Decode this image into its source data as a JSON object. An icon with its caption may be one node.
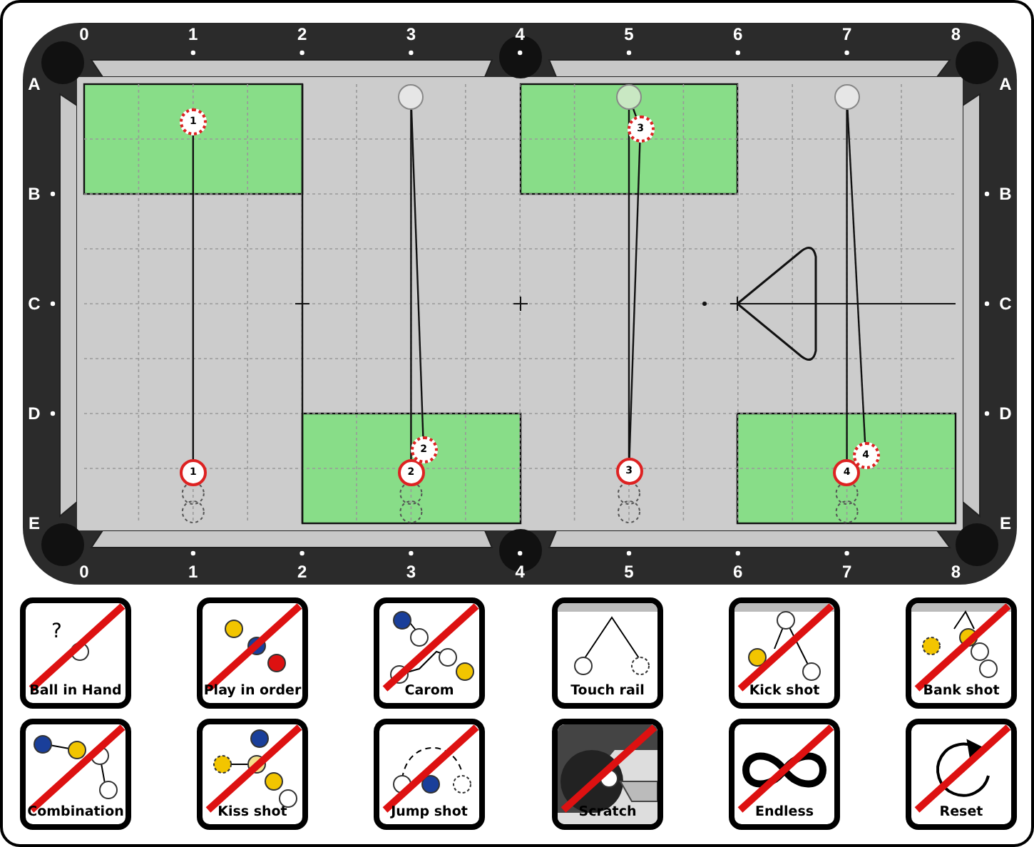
{
  "diagram": {
    "nodes": [
      {
        "text": [
          "1"
        ]
      },
      {
        "text": [
          "1"
        ]
      },
      {
        "text": [
          "2"
        ]
      },
      {
        "text": [],
        "shape": "circle"
      },
      {
        "text": [
          "2"
        ]
      },
      {
        "text": [
          "3"
        ]
      },
      {
        "text": [],
        "shape": "circle"
      },
      {
        "text": [
          "3"
        ]
      },
      {
        "text": [
          "4"
        ]
      },
      {
        "text": [],
        "shape": "circle"
      },
      {
        "text": [
          "4"
        ]
      },
      {
        "text": [
          "?",
          "Ball in Hand"
        ]
      },
      {
        "text": [
          "Play in order"
        ]
      },
      {
        "text": [
          "Carom"
        ]
      },
      {
        "text": [
          "Touch rail"
        ]
      },
      {
        "text": [
          "Kick shot"
        ]
      },
      {
        "text": [
          "Bank shot"
        ]
      },
      {
        "text": [
          "Combination"
        ]
      },
      {
        "text": [
          "Kiss shot"
        ]
      },
      {
        "text": [
          "Jump shot"
        ]
      },
      {
        "text": [
          "Scratch"
        ]
      },
      {
        "text": [
          "Endless"
        ]
      },
      {
        "text": [
          "Reset"
        ]
      }
    ],
    "edges": [
      {
        "from": 0,
        "to": 1,
        "arrow": "none"
      },
      {
        "from": 2,
        "to": 3,
        "arrow": "none"
      },
      {
        "from": 3,
        "to": 4,
        "arrow": "none"
      },
      {
        "from": 5,
        "to": 6,
        "arrow": "none"
      },
      {
        "from": 6,
        "to": 7,
        "arrow": "none"
      },
      {
        "from": 7,
        "to": 5,
        "arrow": "none"
      },
      {
        "from": 8,
        "to": 9,
        "arrow": "none"
      },
      {
        "from": 9,
        "to": 10,
        "arrow": "none"
      }
    ],
    "labels": [
      "0",
      "1",
      "2",
      "3",
      "4",
      "5",
      "6",
      "7",
      "8",
      "A",
      "A",
      "B",
      "B",
      "C",
      "C",
      "D",
      "D",
      "E",
      "E",
      "0",
      "1",
      "2",
      "3",
      "4",
      "5",
      "6",
      "7",
      "8"
    ]
  }
}
